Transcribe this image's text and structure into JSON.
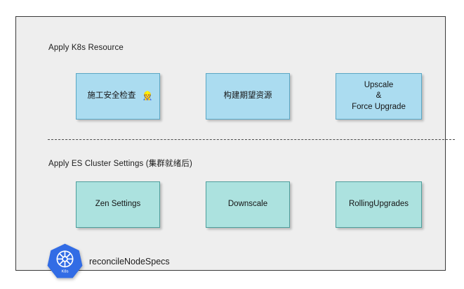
{
  "diagram": {
    "title": "reconcileNodeSpecs flow",
    "background_color": "#ffffff",
    "panel_color": "#eeeeee",
    "panel_border_color": "#3a3a3a",
    "sections": [
      {
        "id": "apply-k8s-resource",
        "label": "Apply K8s Resource",
        "box_fill": "#abdcf0",
        "box_border": "#5ba7c4",
        "boxes": [
          {
            "id": "safety-check",
            "label": "施工安全检查",
            "emoji": "👷",
            "emoji_name": "construction-worker-emoji"
          },
          {
            "id": "build-expected-resource",
            "label": "构建期望资源",
            "emoji": "",
            "emoji_name": ""
          },
          {
            "id": "upscale-force-upgrade",
            "label": "Upscale\n&\nForce Upgrade",
            "emoji": "",
            "emoji_name": ""
          }
        ]
      },
      {
        "id": "apply-es-cluster-settings",
        "label": "Apply ES Cluster Settings (集群就绪后)",
        "box_fill": "#ace2df",
        "box_border": "#4e9e9c",
        "boxes": [
          {
            "id": "zen-settings",
            "label": "Zen Settings",
            "emoji": "",
            "emoji_name": ""
          },
          {
            "id": "downscale",
            "label": "Downscale",
            "emoji": "",
            "emoji_name": ""
          },
          {
            "id": "rolling-upgrades",
            "label": "RollingUpgrades",
            "emoji": "",
            "emoji_name": ""
          }
        ]
      }
    ],
    "divider": {
      "style": "dashed",
      "color": "#4c4c4c"
    },
    "footer": {
      "logo_name": "kubernetes-logo",
      "logo_color": "#326ce5",
      "logo_caption": "K8s",
      "label": "reconcileNodeSpecs"
    }
  }
}
